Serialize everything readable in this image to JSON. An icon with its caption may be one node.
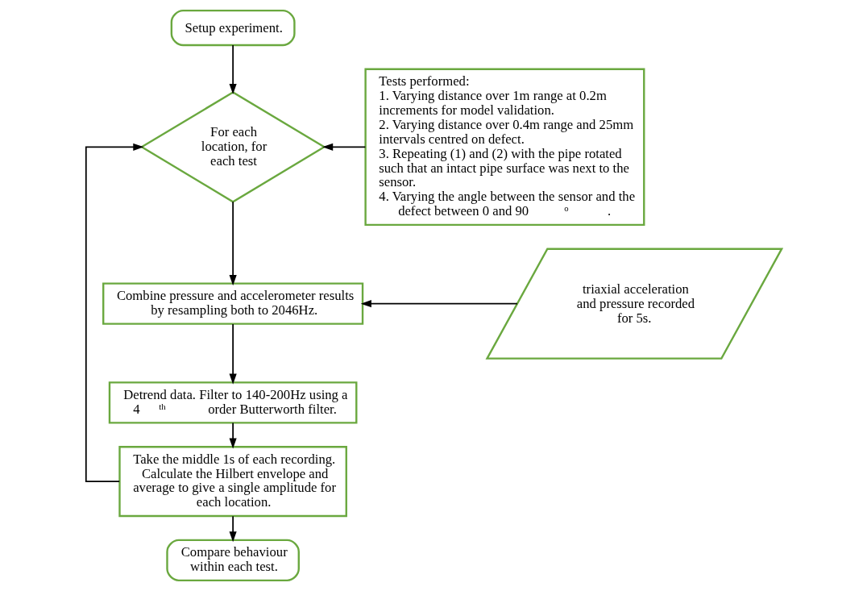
{
  "diagram": {
    "nodes": [
      {
        "text": [
          "Setup experiment."
        ]
      },
      {
        "text": [
          "For each location, for each test"
        ]
      },
      {
        "text": [
          "Tests performed:",
          "1. Varying distance over 1m range at 0.2m increments for model validation.",
          "2. Varying distance over 0.4m range and 25mm intervals centred on defect.",
          "3. Repeating (1) and (2) with the pipe rotated such that an intact pipe surface was next to the sensor.",
          "4. Varying the angle between the sensor and the defect between 0 and 90$^{o}$."
        ]
      },
      {
        "text": [
          "Combine pressure and accelerometer results by resampling both to 2046Hz."
        ]
      },
      {
        "text": [
          "triaxial acceleration and pressure recorded for 5s."
        ]
      },
      {
        "text": [
          "Detrend data. Filter to 140-200Hz using a 4$^{th}$ order Butterworth filter."
        ]
      },
      {
        "text": [
          "Take the middle 1s of each recording. Calculate the Hilbert envelope and average to give a single amplitude for each location."
        ]
      },
      {
        "text": [
          "Compare behaviour within each test."
        ]
      }
    ],
    "edges": [
      {
        "from": 0,
        "to": 1,
        "arrow": "to"
      },
      {
        "from": 2,
        "to": 1,
        "arrow": "to"
      },
      {
        "from": 1,
        "to": 3,
        "arrow": "to"
      },
      {
        "from": 4,
        "to": 3,
        "arrow": "to"
      },
      {
        "from": 3,
        "to": 5,
        "arrow": "to"
      },
      {
        "from": 5,
        "to": 6,
        "arrow": "to"
      },
      {
        "from": 6,
        "to": 1,
        "arrow": "to"
      },
      {
        "from": 6,
        "to": 7,
        "arrow": "to"
      }
    ]
  }
}
